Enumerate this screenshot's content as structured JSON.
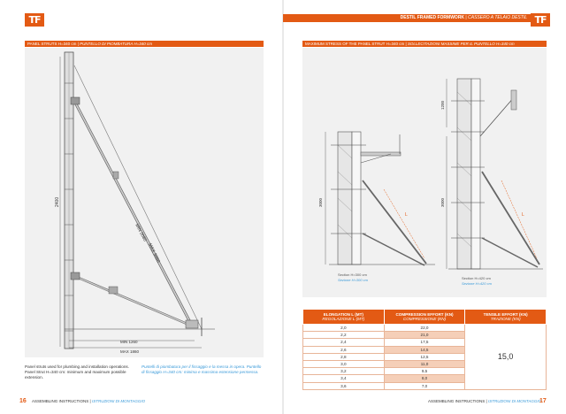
{
  "brand": {
    "logo_text": "TF",
    "accent": "#e35a14",
    "secondary": "#3a9ad9"
  },
  "header": {
    "title_main": "DESTIL FRAMED FORMWORK",
    "title_sep": " | ",
    "title_it": "CASSERO A TELAIO DESTIL"
  },
  "left": {
    "section_title_main": "PANEL STRUTS H=340 cm",
    "section_title_it": "PUNTELLO DI PIOMBATURA H=340 cm",
    "dims": {
      "height": "2400",
      "min_len": "MIN 2080",
      "max_len": "MAX 3660",
      "min_base": "MIN 1260",
      "max_base": "MAX 1860"
    },
    "caption_en": "Panel struts used for plumbing and installation operations. Panel Strut H=340 cm: minimum and maximum possible extension.",
    "caption_it": "Puntelli di piombatura per il fissaggio e la messa in opera. Puntello di fissaggio H=340 cm: minima e massima estensione permessa.",
    "footer_main": "ASSEMBLING INSTRUCTIONS",
    "footer_it": "ISTRUZIONI DI MONTAGGIO",
    "page_number": "16"
  },
  "right": {
    "section_title_main": "MAXIMUM STRESS OF THE PANEL STRUT H=340 cm",
    "section_title_it": "SOLLECITAZIONI MASSIME PER IL PUNTELLO H=340 cm",
    "diagram_labels": {
      "dim_left": "3000",
      "dim_right_top": "1200",
      "dim_right": "3000",
      "length": "L",
      "section_a": "Section H=300 cm",
      "section_a_it": "Sezione H=300 cm",
      "section_b": "Section H=420 cm",
      "section_b_it": "Sezione H=420 cm"
    },
    "table": {
      "headers": [
        {
          "main": "ELONGATION L (MT)",
          "it": "REGOLAZIONE L (MT)"
        },
        {
          "main": "COMPRESSION EFFORT (KN)",
          "it": "COMPRESSIONE (KN)"
        },
        {
          "main": "TENSILE EFFORT (KN)",
          "it": "TRAZIONE (KN)"
        }
      ],
      "rows": [
        {
          "elongation": "2,0",
          "compression": "22,0"
        },
        {
          "elongation": "2,2",
          "compression": "21,0"
        },
        {
          "elongation": "2,4",
          "compression": "17,5"
        },
        {
          "elongation": "2,6",
          "compression": "14,5"
        },
        {
          "elongation": "2,8",
          "compression": "12,5"
        },
        {
          "elongation": "3,0",
          "compression": "11,0"
        },
        {
          "elongation": "3,2",
          "compression": "9,5"
        },
        {
          "elongation": "3,4",
          "compression": "8,0"
        },
        {
          "elongation": "3,6",
          "compression": "7,0"
        }
      ],
      "tensile": "15,0"
    },
    "footer_main": "ASSEMBLING INSTRUCTIONS",
    "footer_it": "ISTRUZIONI DI MONTAGGIO",
    "page_number": "17"
  }
}
